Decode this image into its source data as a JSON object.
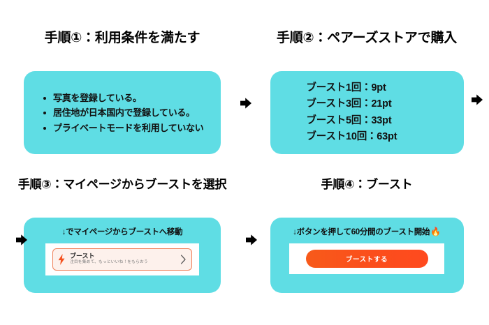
{
  "colors": {
    "card_cyan": "#5FDDE4",
    "button_orange": "#FB4E1C",
    "row_border": "#F0815A",
    "row_background": "#FDF1EC",
    "page_background": "#FFFFFF",
    "text_black": "#111111"
  },
  "steps": [
    {
      "heading": "手順①：利用条件を満たす",
      "bullets": [
        "写真を登録している。",
        "居住地が日本国内で登録している。",
        "プライベートモードを利用していない"
      ]
    },
    {
      "heading": "手順②：ペアーズストアで購入",
      "prices": [
        "ブースト1回：9pt",
        "ブースト3回：21pt",
        "ブースト5回：33pt",
        "ブースト10回：63pt"
      ]
    },
    {
      "heading": "手順③：マイページからブーストを選択",
      "caption": "↓でマイページからブーストへ移動",
      "boost_row": {
        "title": "ブースト",
        "subtitle": "注目を集めて、もっといいね！をもらおう",
        "bolt_icon": "lightning-bolt-icon",
        "chevron_icon": "chevron-right-icon"
      }
    },
    {
      "heading": "手順④：ブースト",
      "caption": "↓ボタンを押して60分間のブースト開始",
      "caption_emoji": "🔥",
      "button_label": "ブーストする"
    }
  ],
  "arrows": {
    "icon": "arrow-right-icon",
    "count": 4
  }
}
